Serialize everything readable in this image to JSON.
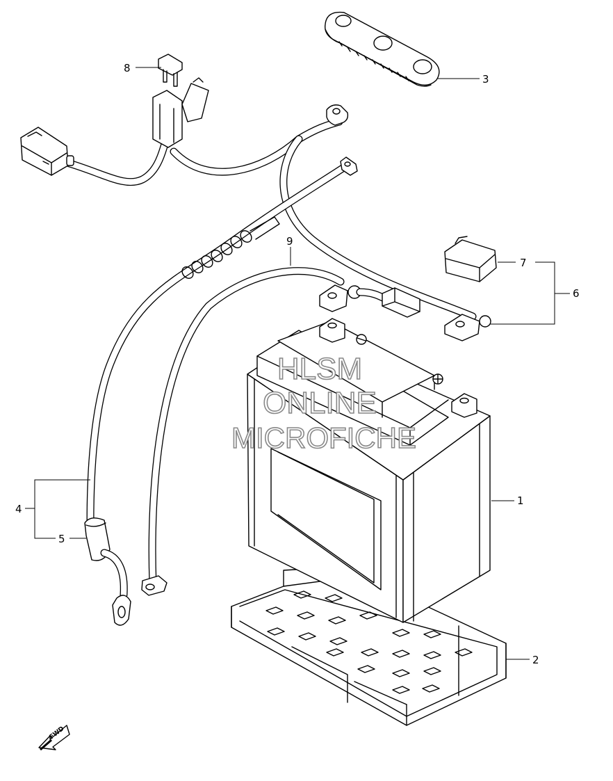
{
  "callouts": [
    {
      "id": "1",
      "label": "1"
    },
    {
      "id": "2",
      "label": "2"
    },
    {
      "id": "3",
      "label": "3"
    },
    {
      "id": "4",
      "label": "4"
    },
    {
      "id": "5",
      "label": "5"
    },
    {
      "id": "6",
      "label": "6"
    },
    {
      "id": "7",
      "label": "7"
    },
    {
      "id": "8",
      "label": "8"
    },
    {
      "id": "9",
      "label": "9"
    }
  ],
  "watermark": {
    "line1": "HLSM",
    "line2": "ONLINE",
    "line3": "MICROFICHE"
  },
  "direction_badge": "FWD",
  "icons": {
    "direction": "fwd-arrow-icon"
  }
}
